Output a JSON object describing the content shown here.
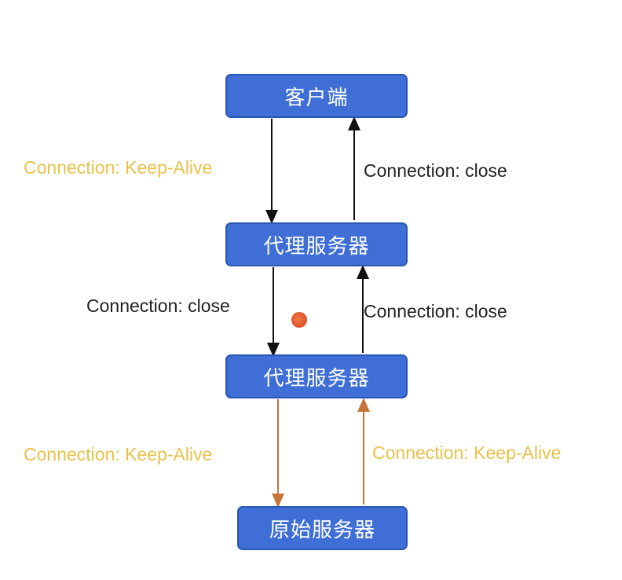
{
  "nodes": {
    "client": "客户端",
    "proxy_1": "代理服务器",
    "proxy_2": "代理服务器",
    "origin": "原始服务器"
  },
  "labels": {
    "client_to_proxy1": "Connection: Keep-Alive",
    "proxy1_to_client": "Connection: close",
    "proxy1_to_proxy2": "Connection: close",
    "proxy2_to_proxy1": "Connection: close",
    "proxy2_to_origin": "Connection: Keep-Alive",
    "origin_to_proxy2": "Connection: Keep-Alive"
  },
  "colors": {
    "node_fill": "#3f6fd6",
    "keep_alive_text": "#e8c24a",
    "close_text": "#222222",
    "black_arrow": "#111111",
    "orange_arrow": "#c8733a"
  }
}
